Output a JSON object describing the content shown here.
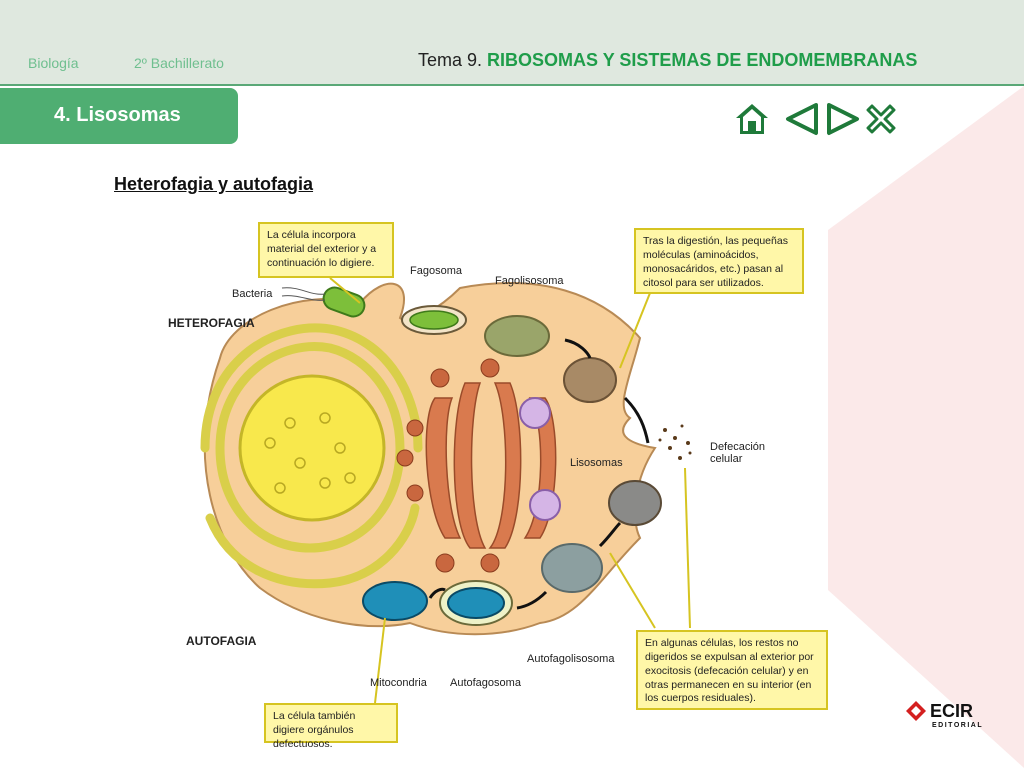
{
  "header": {
    "subject": "Biología",
    "course": "2º Bachillerato",
    "topic_prefix": "Tema 9.",
    "topic_title": "RIBOSOMAS Y SISTEMAS DE ENDOMEMBRANAS"
  },
  "section_tab": "4. Lisosomas",
  "nav": {
    "home": "home-icon",
    "prev": "triangle-left-icon",
    "next": "triangle-right-icon",
    "close": "close-x-icon"
  },
  "subtitle": "Heterofagia y autofagia",
  "diagram": {
    "labels": {
      "bacteria": "Bacteria",
      "heterofagia": "HETEROFAGIA",
      "autofagia": "AUTOFAGIA",
      "fagosoma": "Fagosoma",
      "fagolisosoma": "Fagolisosoma",
      "lisosomas": "Lisosomas",
      "defecacion_1": "Defecación",
      "defecacion_2": "celular",
      "mitocondria": "Mitocondria",
      "autofagosoma": "Autofagosoma",
      "autofagolisosoma": "Autofagolisosoma"
    },
    "notes": {
      "top_left": "La célula incorpora material del exterior y a continuación lo digiere.",
      "top_right": "Tras la digestión, las pequeñas moléculas (aminoácidos, monosacáridos, etc.) pasan al citosol para ser utilizados.",
      "bottom_left": "La célula también digiere orgánulos defectuosos.",
      "bottom_right": "En algunas células, los restos no digeridos se expulsan al exterior por exocitosis (defecación celular) y en otras permanecen en su interior (en los cuerpos residuales)."
    }
  },
  "logo": {
    "text": "ECIR",
    "sub": "EDITORIAL"
  },
  "colors": {
    "accent_green": "#1f9d4a",
    "tab_green": "#4fae72",
    "note_yellow": "#fff7a8",
    "cell_fill": "#f7cf9a"
  }
}
